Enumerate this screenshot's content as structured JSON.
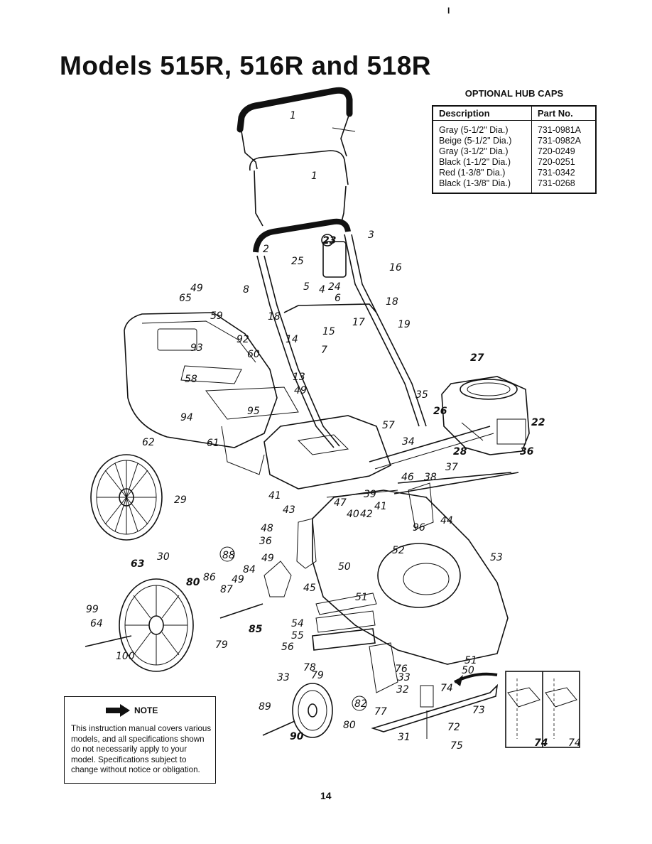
{
  "page": {
    "top_mark": "I",
    "title": "Models 515R, 516R and 518R",
    "page_number": "14"
  },
  "hub_caps": {
    "caption": "OPTIONAL HUB CAPS",
    "headers": [
      "Description",
      "Part No."
    ],
    "rows": [
      [
        "Gray (5-1/2\" Dia.)",
        "731-0981A"
      ],
      [
        "Beige (5-1/2\" Dia.)",
        "731-0982A"
      ],
      [
        "Gray (3-1/2\" Dia.)",
        "720-0249"
      ],
      [
        "Black (1-1/2\" Dia.)",
        "720-0251"
      ],
      [
        "Red (1-3/8\" Dia.)",
        "731-0342"
      ],
      [
        "Black (1-3/8\" Dia.)",
        "731-0268"
      ]
    ]
  },
  "note": {
    "icon": "arrow-right-icon",
    "label": "NOTE",
    "text": "This instruction manual covers various models, and all specifications shown do not necessarily apply to your model. Specifications subject to change without notice or obligation."
  },
  "callouts": [
    "1",
    "1",
    "2",
    "3",
    "4",
    "5",
    "6",
    "7",
    "8",
    "13",
    "14",
    "15",
    "16",
    "17",
    "18",
    "18",
    "19",
    "22",
    "23",
    "24",
    "25",
    "26",
    "27",
    "28",
    "29",
    "30",
    "31",
    "32",
    "33",
    "33",
    "34",
    "35",
    "36",
    "36",
    "37",
    "38",
    "39",
    "40",
    "41",
    "41",
    "42",
    "43",
    "44",
    "45",
    "46",
    "47",
    "48",
    "49",
    "49",
    "49",
    "49",
    "50",
    "50",
    "51",
    "51",
    "52",
    "53",
    "54",
    "55",
    "56",
    "57",
    "58",
    "59",
    "60",
    "61",
    "62",
    "63",
    "64",
    "65",
    "72",
    "73",
    "74",
    "74",
    "74",
    "75",
    "76",
    "77",
    "78",
    "79",
    "79",
    "80",
    "80",
    "82",
    "84",
    "85",
    "86",
    "87",
    "88",
    "89",
    "90",
    "92",
    "93",
    "94",
    "95",
    "96",
    "99",
    "100"
  ]
}
